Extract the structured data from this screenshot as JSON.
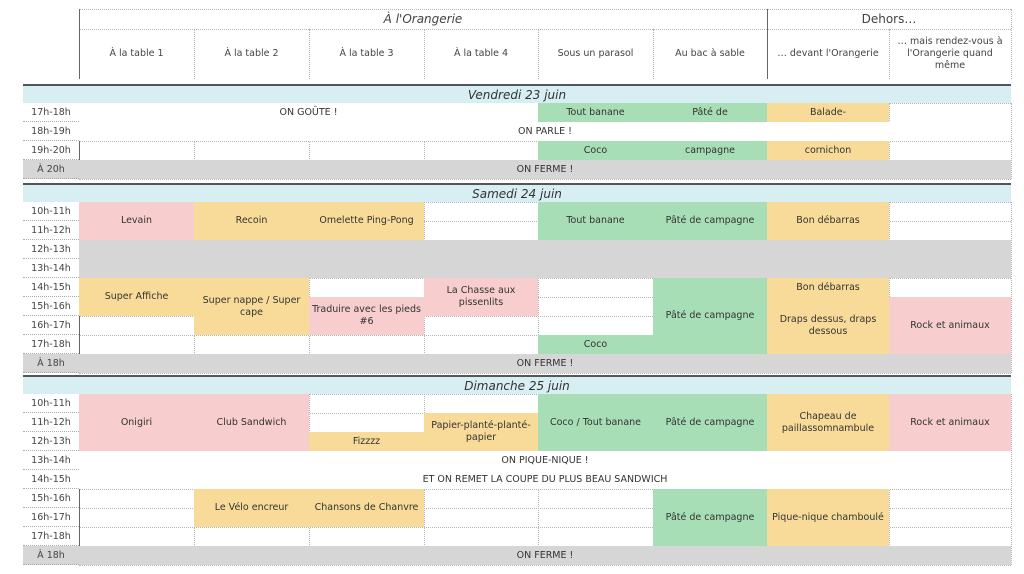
{
  "header": {
    "group_orangerie": "À l'Orangerie",
    "group_dehors": "Dehors…",
    "columns": [
      "À la table 1",
      "À la table 2",
      "À la table 3",
      "À la table 4",
      "Sous un parasol",
      "Au bac à sable",
      "… devant l'Orangerie",
      "… mais rendez-vous à l'Orangerie quand même"
    ]
  },
  "days": [
    {
      "title": "Vendredi 23 juin",
      "times": [
        "17h-18h",
        "18h-19h",
        "19h-20h",
        "À 20h"
      ],
      "gray_rows": [
        3
      ],
      "cells": [
        {
          "r": 0,
          "c": 0,
          "cs": 4,
          "rs": 1,
          "text": "ON GOÛTE !",
          "color": "white"
        },
        {
          "r": 0,
          "c": 4,
          "cs": 1,
          "rs": 1,
          "text": "Tout banane",
          "color": "green"
        },
        {
          "r": 0,
          "c": 5,
          "cs": 1,
          "rs": 1,
          "text": "Pâté de",
          "color": "green"
        },
        {
          "r": 0,
          "c": 6,
          "cs": 1,
          "rs": 1,
          "text": "Balade-",
          "color": "yellow"
        },
        {
          "r": 1,
          "c": 0,
          "cs": 8,
          "rs": 1,
          "text": "ON PARLE !",
          "color": "white"
        },
        {
          "r": 2,
          "c": 4,
          "cs": 1,
          "rs": 1,
          "text": "Coco",
          "color": "green"
        },
        {
          "r": 2,
          "c": 5,
          "cs": 1,
          "rs": 1,
          "text": "campagne",
          "color": "green"
        },
        {
          "r": 2,
          "c": 6,
          "cs": 1,
          "rs": 1,
          "text": "cornichon",
          "color": "yellow"
        },
        {
          "r": 3,
          "c": 0,
          "cs": 8,
          "rs": 1,
          "text": "ON FERME !",
          "color": "grey"
        }
      ]
    },
    {
      "title": "Samedi 24 juin",
      "times": [
        "10h-11h",
        "11h-12h",
        "12h-13h",
        "13h-14h",
        "14h-15h",
        "15h-16h",
        "16h-17h",
        "17h-18h",
        "À 18h"
      ],
      "gray_rows": [
        8
      ],
      "cells": [
        {
          "r": 0,
          "c": 0,
          "cs": 1,
          "rs": 2,
          "text": "Levain",
          "color": "pink"
        },
        {
          "r": 0,
          "c": 1,
          "cs": 1,
          "rs": 2,
          "text": "Recoin",
          "color": "yellow"
        },
        {
          "r": 0,
          "c": 2,
          "cs": 1,
          "rs": 2,
          "text": "Omelette Ping-Pong",
          "color": "yellow"
        },
        {
          "r": 0,
          "c": 4,
          "cs": 1,
          "rs": 2,
          "text": "Tout banane",
          "color": "green"
        },
        {
          "r": 0,
          "c": 5,
          "cs": 1,
          "rs": 2,
          "text": "Pâté de campagne",
          "color": "green"
        },
        {
          "r": 0,
          "c": 6,
          "cs": 1,
          "rs": 2,
          "text": "Bon débarras",
          "color": "yellow"
        },
        {
          "r": 2,
          "c": 0,
          "cs": 8,
          "rs": 2,
          "text": "",
          "color": "grey"
        },
        {
          "r": 4,
          "c": 0,
          "cs": 1,
          "rs": 2,
          "text": "Super Affiche",
          "color": "yellow"
        },
        {
          "r": 4,
          "c": 1,
          "cs": 1,
          "rs": 3,
          "text": "Super nappe / Super cape",
          "color": "yellow"
        },
        {
          "r": 5,
          "c": 2,
          "cs": 1,
          "rs": 2,
          "text": "Traduire avec les pieds #6",
          "color": "pink"
        },
        {
          "r": 4,
          "c": 3,
          "cs": 1,
          "rs": 2,
          "text": "La Chasse aux pissenlits",
          "color": "pink"
        },
        {
          "r": 7,
          "c": 4,
          "cs": 1,
          "rs": 1,
          "text": "Coco",
          "color": "green"
        },
        {
          "r": 4,
          "c": 5,
          "cs": 1,
          "rs": 4,
          "text": "Pâté de campagne",
          "color": "green"
        },
        {
          "r": 4,
          "c": 6,
          "cs": 1,
          "rs": 1,
          "text": "Bon débarras",
          "color": "yellow"
        },
        {
          "r": 5,
          "c": 6,
          "cs": 1,
          "rs": 3,
          "text": "Draps dessus, draps dessous",
          "color": "yellow"
        },
        {
          "r": 5,
          "c": 7,
          "cs": 1,
          "rs": 3,
          "text": "Rock et animaux",
          "color": "pink"
        },
        {
          "r": 8,
          "c": 0,
          "cs": 8,
          "rs": 1,
          "text": "ON FERME !",
          "color": "grey"
        }
      ]
    },
    {
      "title": "Dimanche 25 juin",
      "times": [
        "10h-11h",
        "11h-12h",
        "12h-13h",
        "13h-14h",
        "14h-15h",
        "15h-16h",
        "16h-17h",
        "17h-18h",
        "À 18h"
      ],
      "gray_rows": [
        8
      ],
      "cells": [
        {
          "r": 0,
          "c": 0,
          "cs": 1,
          "rs": 3,
          "text": "Onigiri",
          "color": "pink"
        },
        {
          "r": 0,
          "c": 1,
          "cs": 1,
          "rs": 3,
          "text": "Club Sandwich",
          "color": "pink"
        },
        {
          "r": 2,
          "c": 2,
          "cs": 1,
          "rs": 1,
          "text": "Fizzzz",
          "color": "yellow"
        },
        {
          "r": 1,
          "c": 3,
          "cs": 1,
          "rs": 2,
          "text": "Papier-planté-planté-papier",
          "color": "yellow"
        },
        {
          "r": 0,
          "c": 4,
          "cs": 1,
          "rs": 3,
          "text": "Coco / Tout banane",
          "color": "green"
        },
        {
          "r": 0,
          "c": 5,
          "cs": 1,
          "rs": 3,
          "text": "Pâté de campagne",
          "color": "green"
        },
        {
          "r": 0,
          "c": 6,
          "cs": 1,
          "rs": 3,
          "text": "Chapeau de paillassomnambule",
          "color": "yellow"
        },
        {
          "r": 0,
          "c": 7,
          "cs": 1,
          "rs": 3,
          "text": "Rock et animaux",
          "color": "pink"
        },
        {
          "r": 3,
          "c": 0,
          "cs": 8,
          "rs": 1,
          "text": "ON PIQUE-NIQUE !",
          "color": "white"
        },
        {
          "r": 4,
          "c": 0,
          "cs": 8,
          "rs": 1,
          "text": "ET ON REMET LA COUPE DU PLUS BEAU SANDWICH",
          "color": "white"
        },
        {
          "r": 5,
          "c": 1,
          "cs": 1,
          "rs": 2,
          "text": "Le Vélo encreur",
          "color": "yellow"
        },
        {
          "r": 5,
          "c": 2,
          "cs": 1,
          "rs": 2,
          "text": "Chansons de Chanvre",
          "color": "yellow"
        },
        {
          "r": 5,
          "c": 5,
          "cs": 1,
          "rs": 3,
          "text": "Pâté de campagne",
          "color": "green"
        },
        {
          "r": 5,
          "c": 6,
          "cs": 1,
          "rs": 3,
          "text": "Pique-nique chamboulé",
          "color": "yellow"
        },
        {
          "r": 8,
          "c": 0,
          "cs": 8,
          "rs": 1,
          "text": "ON FERME !",
          "color": "grey"
        }
      ]
    }
  ]
}
